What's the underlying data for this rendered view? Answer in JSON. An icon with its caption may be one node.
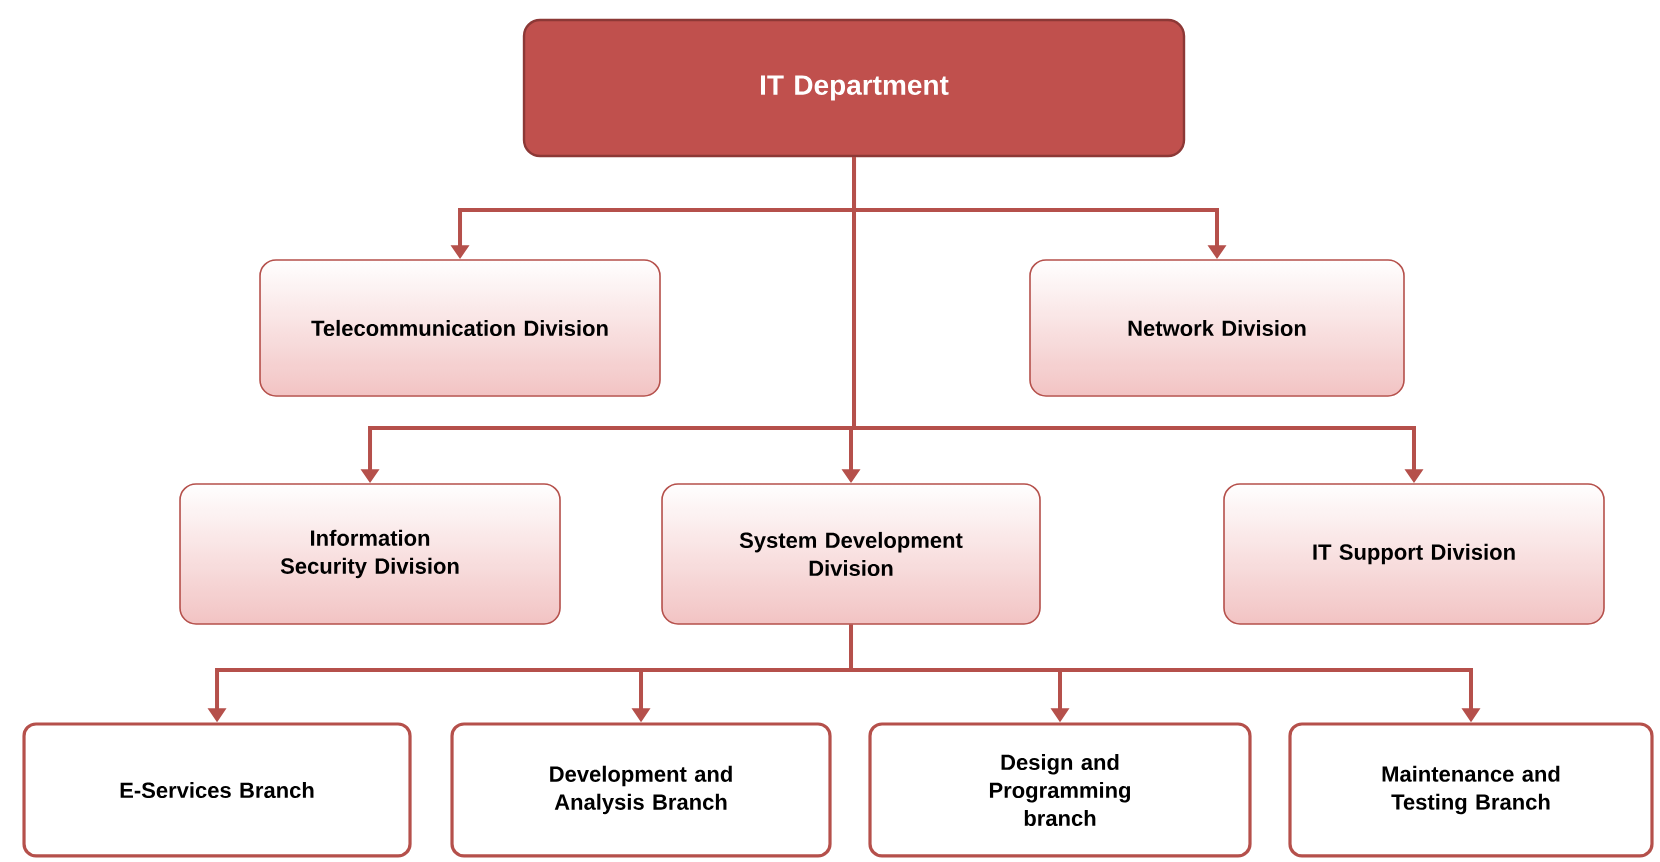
{
  "diagram": {
    "nodes": [
      {
        "text": [
          "IT Department"
        ]
      },
      {
        "text": [
          "Telecommunication Division"
        ]
      },
      {
        "text": [
          "Network Division"
        ]
      },
      {
        "text": [
          "Information Security Division"
        ]
      },
      {
        "text": [
          "System Development Division"
        ]
      },
      {
        "text": [
          "IT Support Division"
        ]
      },
      {
        "text": [
          "E-Services Branch"
        ]
      },
      {
        "text": [
          "Development and Analysis Branch"
        ]
      },
      {
        "text": [
          "Design and Programming branch"
        ]
      },
      {
        "text": [
          "Maintenance and Testing Branch"
        ]
      }
    ],
    "edges": [
      {
        "from": 0,
        "to": 1,
        "arrow": "to"
      },
      {
        "from": 0,
        "to": 2,
        "arrow": "to"
      },
      {
        "from": 0,
        "to": 3,
        "arrow": "to"
      },
      {
        "from": 0,
        "to": 4,
        "arrow": "to"
      },
      {
        "from": 0,
        "to": 5,
        "arrow": "to"
      },
      {
        "from": 4,
        "to": 6,
        "arrow": "to"
      },
      {
        "from": 4,
        "to": 7,
        "arrow": "to"
      },
      {
        "from": 4,
        "to": 8,
        "arrow": "to"
      },
      {
        "from": 4,
        "to": 9,
        "arrow": "to"
      }
    ]
  }
}
